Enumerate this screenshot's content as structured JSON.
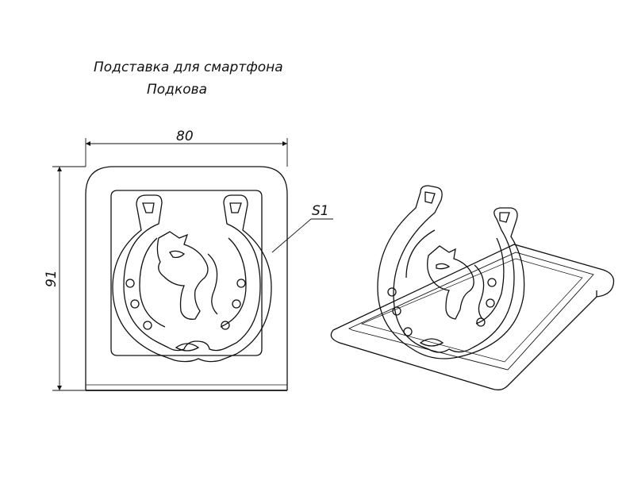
{
  "drawing": {
    "title_line1": "Подставка для смартфона",
    "title_line2": "Подкова",
    "dim_width": "80",
    "dim_height": "91",
    "thickness_label": "S1"
  },
  "colors": {
    "line": "#111111",
    "background": "#ffffff"
  }
}
